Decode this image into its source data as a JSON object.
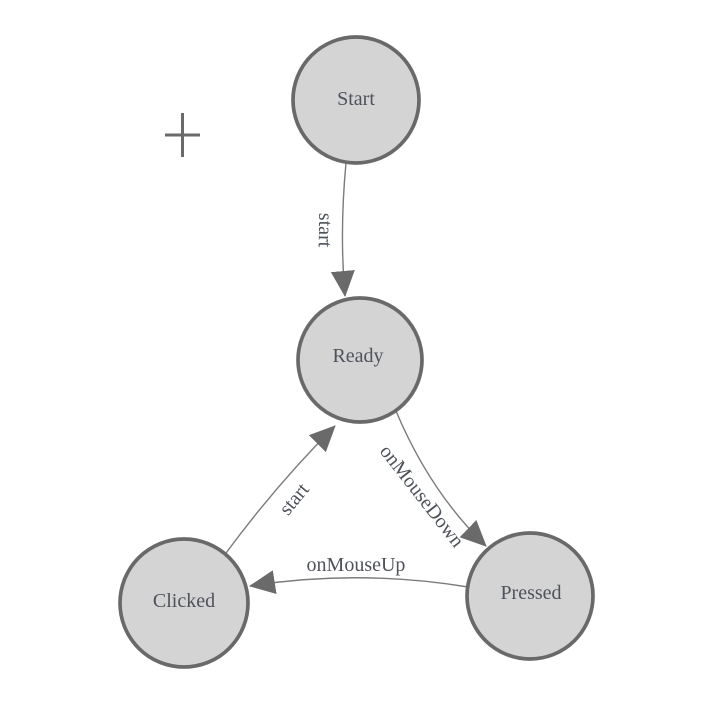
{
  "diagram": {
    "kind": "state-machine",
    "background_color": "#ffffff",
    "colors": {
      "node_fill": "#d4d4d4",
      "node_stroke": "#696969",
      "edge_stroke": "#7b7b7b",
      "arrow_fill": "#6a6a6a",
      "label_text": "#4e525a",
      "origin_marker": "#6a6a6a"
    },
    "icons": {
      "origin_marker": "plus-cross"
    },
    "nodes": [
      {
        "id": "start",
        "label": "Start"
      },
      {
        "id": "ready",
        "label": "Ready"
      },
      {
        "id": "clicked",
        "label": "Clicked"
      },
      {
        "id": "pressed",
        "label": "Pressed"
      }
    ],
    "edges": [
      {
        "id": "start-to-ready",
        "from": "Start",
        "to": "Ready",
        "label": "start"
      },
      {
        "id": "clicked-to-ready",
        "from": "Clicked",
        "to": "Ready",
        "label": "start"
      },
      {
        "id": "ready-to-pressed",
        "from": "Ready",
        "to": "Pressed",
        "label": "onMouseDown"
      },
      {
        "id": "pressed-to-clicked",
        "from": "Pressed",
        "to": "Clicked",
        "label": "onMouseUp"
      }
    ]
  }
}
